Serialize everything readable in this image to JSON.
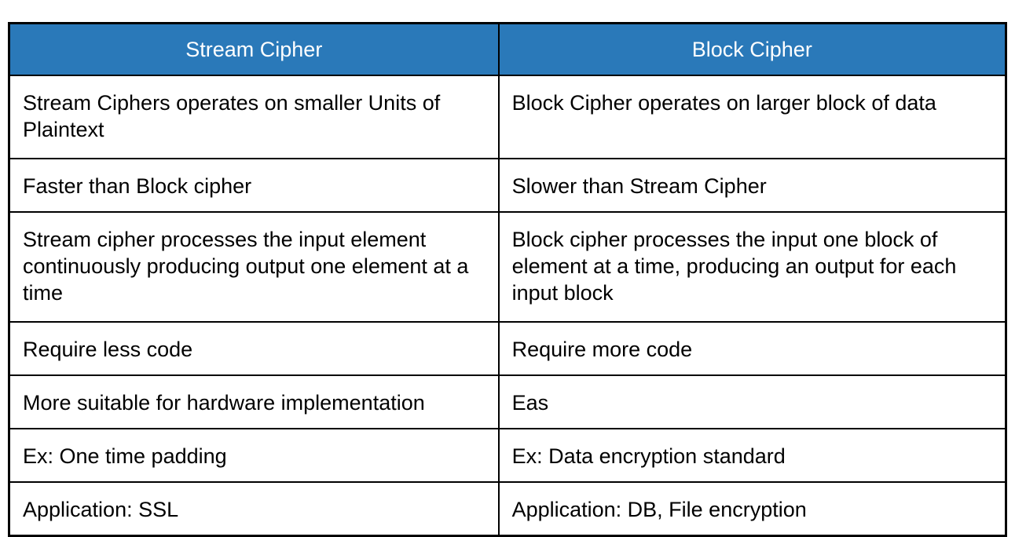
{
  "table": {
    "columns": [
      {
        "header": "Stream Cipher"
      },
      {
        "header": "Block Cipher"
      }
    ],
    "rows": [
      {
        "stream": "Stream Ciphers operates on smaller Units of Plaintext",
        "block": "Block Cipher operates on larger block of data"
      },
      {
        "stream": "Faster than Block cipher",
        "block": "Slower than Stream Cipher"
      },
      {
        "stream": "Stream cipher processes the input element continuously producing output one element at a time",
        "block": "Block cipher processes the input one block of element at a time, producing an output for each input block"
      },
      {
        "stream": "Require less code",
        "block": "Require more code"
      },
      {
        "stream": "More suitable for hardware implementation",
        "block": "Eas"
      },
      {
        "stream": "Ex: One time padding",
        "block": "Ex: Data encryption standard"
      },
      {
        "stream": "Application: SSL",
        "block": "Application: DB, File encryption"
      }
    ],
    "colors": {
      "header_bg": "#2A79B9",
      "header_text": "#FFFFFF",
      "body_text": "#000000",
      "border": "#000000",
      "background": "#FFFFFF"
    }
  }
}
